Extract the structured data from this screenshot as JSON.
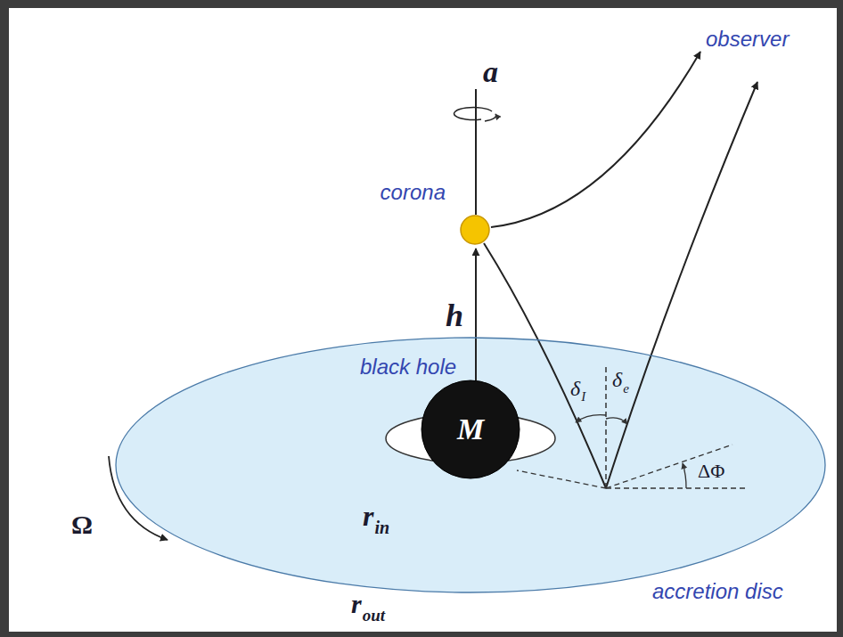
{
  "diagram": {
    "nodes": [
      {
        "text": [
          "corona"
        ]
      },
      {
        "text": [
          "accretion disc"
        ]
      },
      {
        "text": [
          "M"
        ],
        "in": 1
      }
    ],
    "labels": [
      "a",
      "observer",
      "h",
      "black hole",
      "δ",
      "I",
      "δ",
      "e",
      "ΔΦ",
      "r",
      "in",
      "Ω",
      "r",
      "out"
    ]
  }
}
